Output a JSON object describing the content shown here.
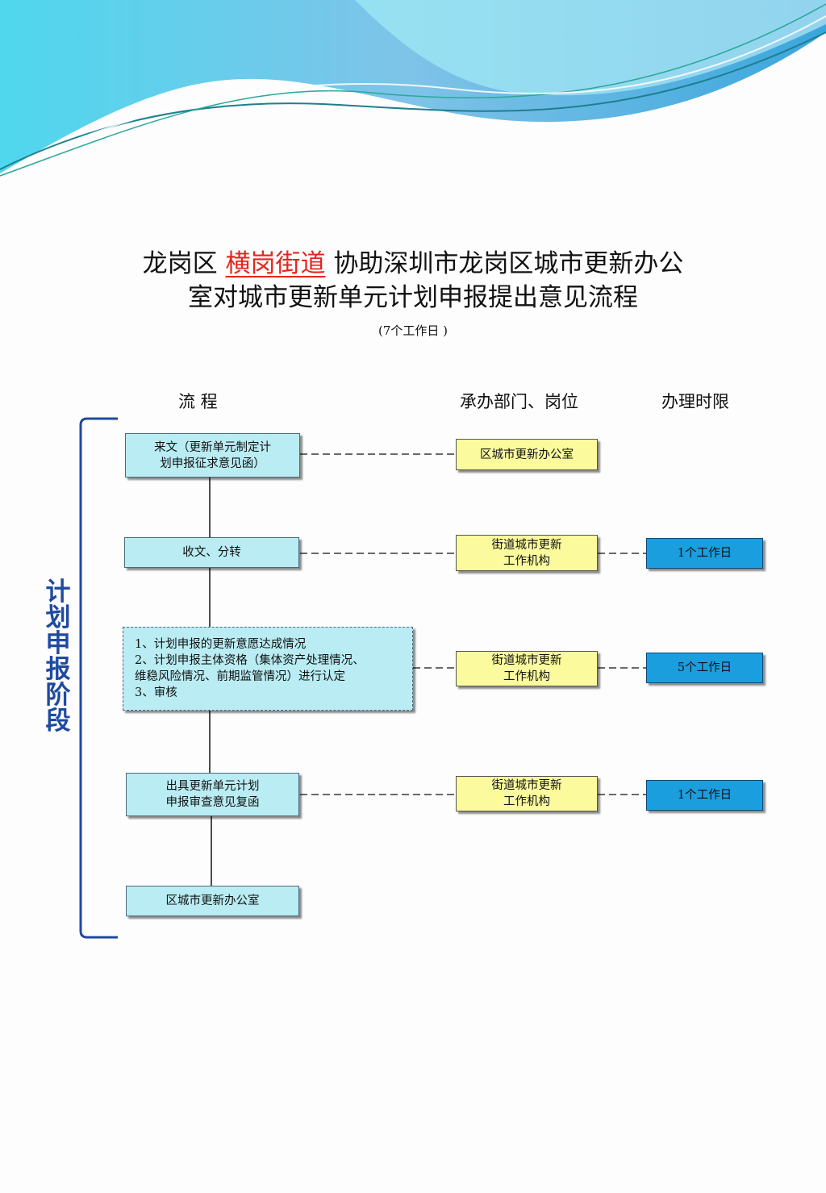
{
  "title": {
    "prefix": "龙岗区",
    "highlight": "横岗街道",
    "rest_line1": "协助深圳市龙岗区城市更新办公",
    "line2": "室对城市更新单元计划申报提出意见流程",
    "subtitle": "(7个工作日 )"
  },
  "columns": {
    "process": "流  程",
    "department": "承办部门、岗位",
    "time_limit": "办理时限"
  },
  "stage_label": "计划申报阶段",
  "steps": [
    {
      "text": "来文（更新单元制定计划申报征求意见函）",
      "line1": "来文（更新单元制定计",
      "line2": "划申报征求意见函）",
      "department": "区城市更新办公室",
      "time": ""
    },
    {
      "text": "收文、分转",
      "department_l1": "街道城市更新",
      "department_l2": "工作机构",
      "time": "1个工作日"
    },
    {
      "item1": "1、计划申报的更新意愿达成情况",
      "item2": "2、计划申报主体资格（集体资产处理情况、",
      "item3": "维稳风险情况、前期监管情况）进行认定",
      "item4": "3、审核",
      "department_l1": "街道城市更新",
      "department_l2": "工作机构",
      "time": "5个工作日"
    },
    {
      "line1": "出具更新单元计划",
      "line2": "申报审查意见复函",
      "department_l1": "街道城市更新",
      "department_l2": "工作机构",
      "time": "1个工作日"
    },
    {
      "text": "区城市更新办公室"
    }
  ],
  "colors": {
    "process_fill": "#b9ecf3",
    "department_fill": "#fbfb9e",
    "time_fill": "#1a9ede",
    "stage_label": "#1f4aa0",
    "highlight": "#e3261d"
  }
}
